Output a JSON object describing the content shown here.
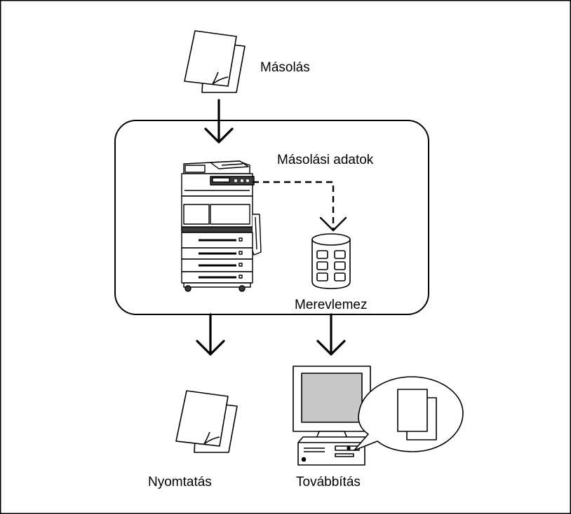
{
  "labels": {
    "copy": "Másolás",
    "copy_data": "Másolási adatok",
    "hard_disk": "Merevlemez",
    "print": "Nyomtatás",
    "forward": "Továbbítás"
  },
  "colors": {
    "stroke": "#000000",
    "screen": "#c8c8c8",
    "panel": "#3a3a3a",
    "background": "#ffffff"
  },
  "icons": {
    "input_document": "document-stack-icon",
    "copier": "multifunction-copier-icon",
    "hard_disk": "hard-disk-icon",
    "output_document": "document-stack-icon",
    "computer": "desktop-computer-icon",
    "speech_bubble": "speech-bubble-icon"
  }
}
